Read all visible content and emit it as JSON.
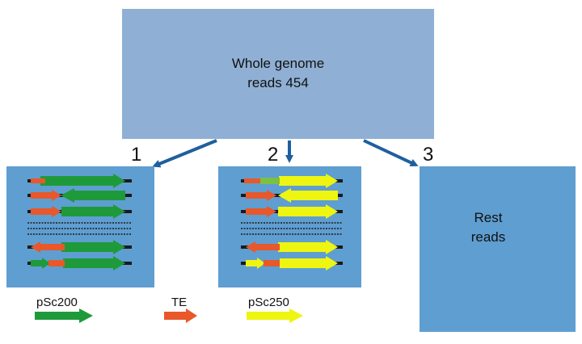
{
  "top_box": {
    "line1": "Whole genome",
    "line2": "reads 454",
    "fill": "#8fb0d4"
  },
  "steps": [
    {
      "number": "1"
    },
    {
      "number": "2"
    },
    {
      "number": "3",
      "line1": "Rest",
      "line2": "reads"
    }
  ],
  "legend": [
    {
      "label": "pSc200",
      "color": "#1e9a3a"
    },
    {
      "label": "TE",
      "color": "#e8582a"
    },
    {
      "label": "pSc250",
      "color": "#eef510"
    }
  ],
  "colors": {
    "box_fill": "#5f9ed1",
    "arrow": "#1f5f9f",
    "read_line": "#1a1a1a"
  }
}
